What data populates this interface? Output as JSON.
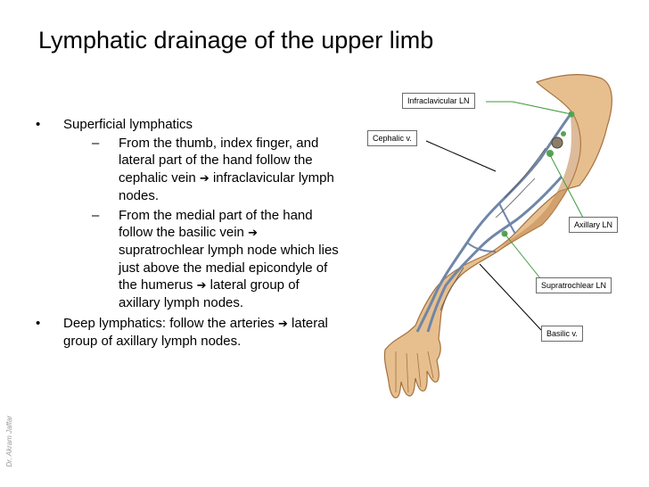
{
  "slide": {
    "title": "Lymphatic drainage of the upper limb",
    "bullets": [
      {
        "text": "Superficial lymphatics",
        "subitems": [
          {
            "text_before": "From the thumb, index finger, and lateral part of the hand follow the cephalic vein",
            "arrow": "➔",
            "text_after": "infraclavicular lymph nodes."
          },
          {
            "text_before": "From the medial part of the hand follow the basilic vein",
            "arrow": "➔",
            "text_middle": "supratrochlear lymph node which lies just above the medial epicondyle of the humerus",
            "arrow2": "➔",
            "text_after": "lateral group of axillary lymph nodes."
          }
        ]
      },
      {
        "text_before": "Deep lymphatics: follow the arteries",
        "arrow": "➔",
        "text_after": "lateral group of axillary lymph nodes."
      }
    ],
    "watermark": "Dr. Akram Jaffar"
  },
  "figure": {
    "labels": {
      "infraclavicular": "Infraclavicular LN",
      "cephalic": "Cephalic v.",
      "axillary": "Axillary LN",
      "supratrochlear": "Supratrochlear  LN",
      "basilic": "Basilic v."
    },
    "colors": {
      "skin": "#e7bf8f",
      "skin_shadow": "#c78e56",
      "vein": "#6f86a8",
      "lymph_node": "#56a452",
      "leader_green": "#3e9a3e",
      "leader_black": "#000000"
    }
  }
}
